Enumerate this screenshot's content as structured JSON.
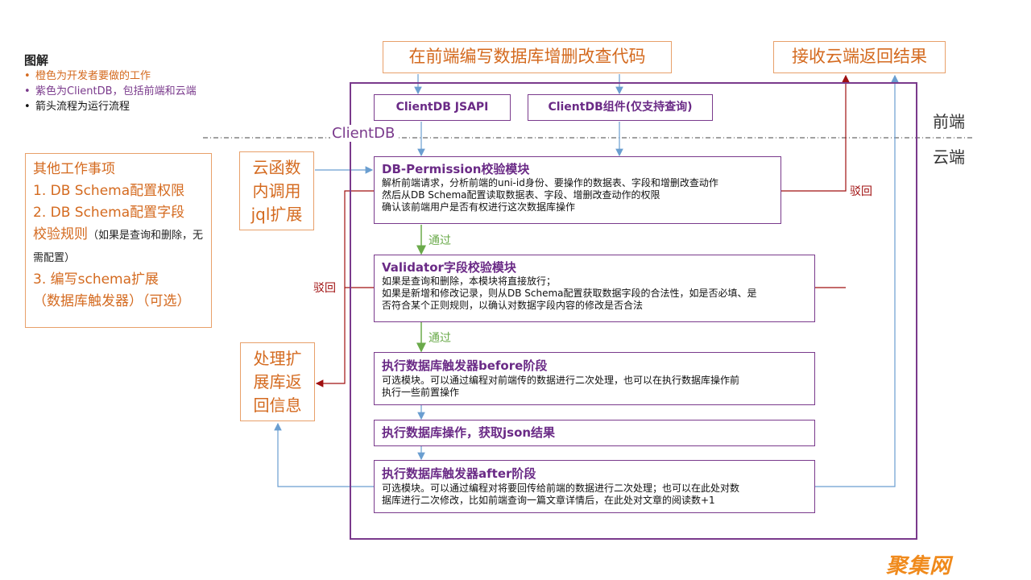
{
  "legend": {
    "title": "图解",
    "items": [
      {
        "text": "橙色为开发者要做的工作",
        "color": "#d46a1f"
      },
      {
        "text": "紫色为ClientDB，包括前端和云端",
        "color": "#7a3a8c"
      },
      {
        "text": "箭头流程为运行流程",
        "color": "#111111"
      }
    ]
  },
  "top_boxes": {
    "frontend_code": "在前端编写数据库增删改查代码",
    "receive_result": "接收云端返回结果"
  },
  "clientdb": {
    "label": "ClientDB",
    "jsapi": "ClientDB JSAPI",
    "component": "ClientDB组件(仅支持查询)"
  },
  "zones": {
    "front": "前端",
    "cloud": "云端"
  },
  "other_tasks": {
    "title": "其他工作事项",
    "item1": "1. DB Schema配置权限",
    "item2a": "2. DB Schema配置字段",
    "item2b": "校验规则",
    "item2c": "（如果是查询和删除，无需配置）",
    "item3a": "3. 编写schema扩展",
    "item3b": "（数据库触发器）",
    "item3c": "（可选）"
  },
  "cloud_func": "云函数内调用jql扩展",
  "handle_ext": "处理扩展库返回信息",
  "modules": {
    "permission": {
      "title": "DB-Permission校验模块",
      "lines": [
        "解析前端请求，分析前端的uni-id身份、要操作的数据表、字段和增删改查动作",
        "然后从DB Schema配置读取数据表、字段、增删改查动作的权限",
        "确认该前端用户是否有权进行这次数据库操作"
      ]
    },
    "validator": {
      "title": "Validator字段校验模块",
      "lines": [
        "如果是查询和删除，本模块将直接放行；",
        "如果是新增和修改记录，则从DB Schema配置获取数据字段的合法性，如是否必填、是",
        "否符合某个正则规则，以确认对数据字段内容的修改是否合法"
      ]
    },
    "before": {
      "title": "执行数据库触发器before阶段",
      "lines": [
        "可选模块。可以通过编程对前端传的数据进行二次处理，也可以在执行数据库操作前",
        "执行一些前置操作"
      ]
    },
    "exec": {
      "title": "执行数据库操作，获取json结果"
    },
    "after": {
      "title": "执行数据库触发器after阶段",
      "lines": [
        "可选模块。可以通过编程对将要回传给前端的数据进行二次处理；也可以在此处对数",
        "据库进行二次修改，比如前端查询一篇文章详情后，在此处对文章的阅读数+1"
      ]
    }
  },
  "labels": {
    "pass1": "通过",
    "pass2": "通过",
    "reject1": "驳回",
    "reject2": "驳回"
  },
  "watermark": "聚集网",
  "colors": {
    "orange": "#e8a06a",
    "purple": "#7a3a8c",
    "blue_arrow": "#6a9ed0",
    "green_arrow": "#6aaa4a",
    "red_arrow": "#a01010"
  }
}
